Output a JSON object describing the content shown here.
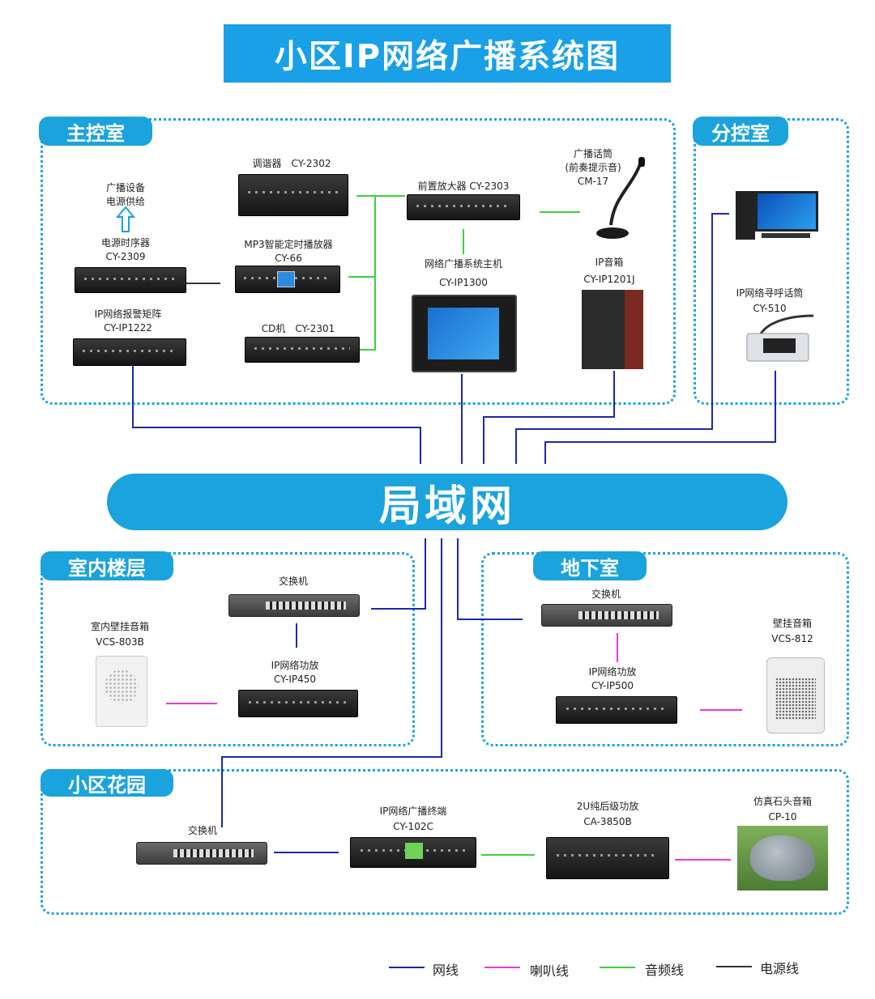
{
  "title": "小区IP网络广播系统图",
  "lan_label": "局域网",
  "zones": {
    "main": "主控室",
    "branch": "分控室",
    "indoor": "室内楼层",
    "basement": "地下室",
    "garden": "小区花园"
  },
  "devices": {
    "power_supply_1": "广播设备",
    "power_supply_2": "电源供给",
    "sequencer_name": "电源时序器",
    "sequencer_model": "CY-2309",
    "tuner": "调谐器　CY-2302",
    "mp3_name": "MP3智能定时播放器",
    "mp3_model": "CY-66",
    "alarm_name": "IP网络报警矩阵",
    "alarm_model": "CY-IP1222",
    "cd": "CD机　CY-2301",
    "preamp": "前置放大器  CY-2303",
    "mic_1": "广播话筒",
    "mic_2": "(前奏提示音)",
    "mic_3": "CM-17",
    "host_name": "网络广播系统主机",
    "host_model": "CY-IP1300",
    "ipspk_name": "IP音箱",
    "ipspk_model": "CY-IP1201J",
    "pager_name": "IP网络寻呼话筒",
    "pager_model": "CY-510",
    "switch": "交换机",
    "indoor_spk_name": "室内壁挂音箱",
    "indoor_spk_model": "VCS-803B",
    "amp450_name": "IP网络功放",
    "amp450_model": "CY-IP450",
    "wall_spk_name": "壁挂音箱",
    "wall_spk_model": "VCS-812",
    "amp500_name": "IP网络功放",
    "amp500_model": "CY-IP500",
    "terminal_name": "IP网络广播终端",
    "terminal_model": "CY-102C",
    "postamp_name": "2U纯后级功放",
    "postamp_model": "CA-3850B",
    "rock_name": "仿真石头音箱",
    "rock_model": "CP-10"
  },
  "legend": [
    {
      "label": "网线",
      "color": "#1a2aa8"
    },
    {
      "label": "喇叭线",
      "color": "#e83ad6"
    },
    {
      "label": "音频线",
      "color": "#3cd23c"
    },
    {
      "label": "电源线",
      "color": "#333333"
    }
  ],
  "colors": {
    "accent": "#1aa3dc",
    "network": "#1a2aa8",
    "speaker": "#e83ad6",
    "audio": "#3cd23c",
    "power": "#333333"
  }
}
